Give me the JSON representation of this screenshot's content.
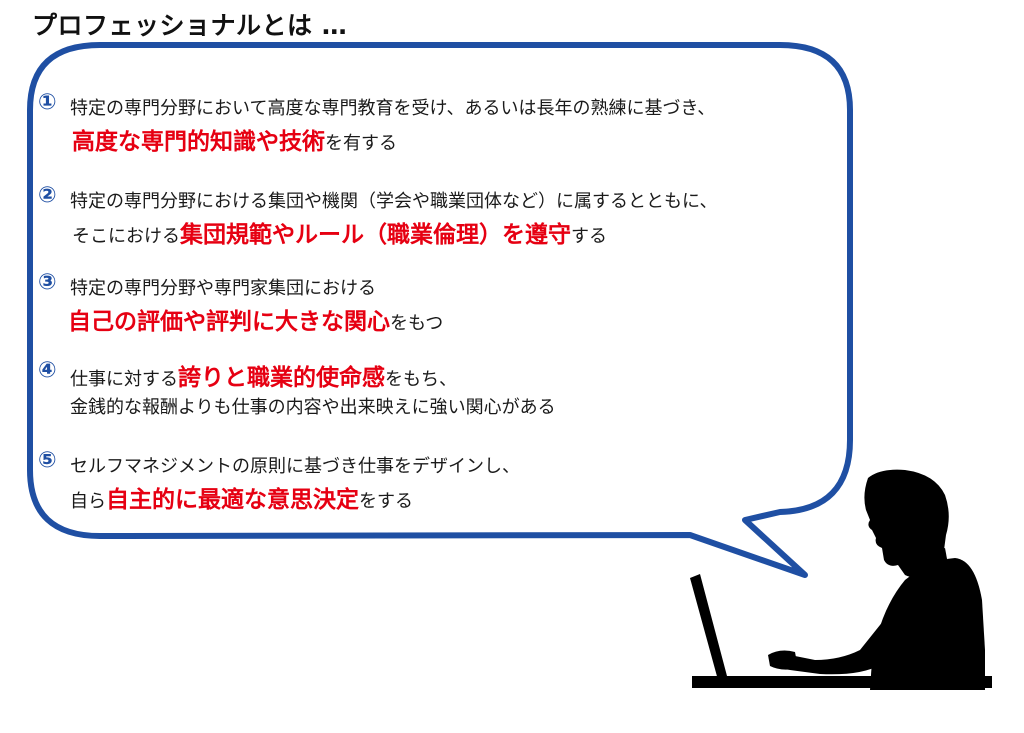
{
  "title": "プロフェッショナルとは …",
  "colors": {
    "bubble_border": "#1f4fa3",
    "number": "#1f4fa3",
    "emphasis": "#e60012",
    "silhouette": "#000000"
  },
  "items": [
    {
      "number": "①",
      "line1": "特定の専門分野において高度な専門教育を受け、あるいは長年の熟練に基づき、",
      "line2_emph": "高度な専門的知識や技術",
      "line2_rest": "を有する"
    },
    {
      "number": "②",
      "line1": "特定の専門分野における集団や機関（学会や職業団体など）に属するとともに、",
      "line2_pre": "そこにおける",
      "line2_emph": "集団規範やルール（職業倫理）を遵守",
      "line2_rest": "する"
    },
    {
      "number": "③",
      "line1": "特定の専門分野や専門家集団における",
      "line2_emph": "自己の評価や評判に大きな関心",
      "line2_rest": "をもつ"
    },
    {
      "number": "④",
      "line1_pre": "仕事に対する",
      "line1_emph": "誇りと職業的使命感",
      "line1_rest": "をもち、",
      "line2": "金銭的な報酬よりも仕事の内容や出来映えに強い関心がある"
    },
    {
      "number": "⑤",
      "line1": "セルフマネジメントの原則に基づき仕事をデザインし、",
      "line2_pre": "自ら",
      "line2_emph": "自主的に最適な意思決定",
      "line2_rest": "をする"
    }
  ],
  "illustration": {
    "icon": "person-at-laptop-silhouette-icon"
  }
}
